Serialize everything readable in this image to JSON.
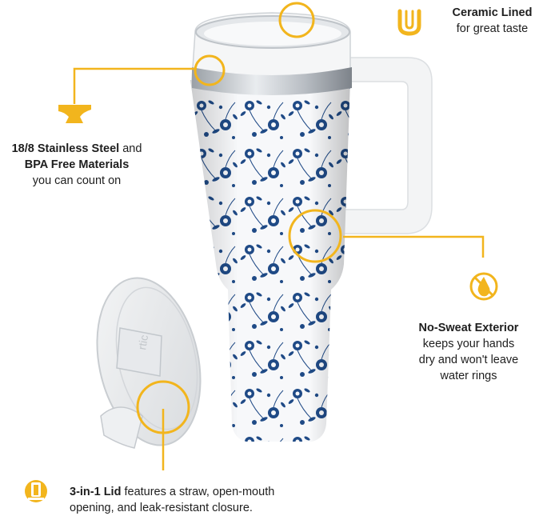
{
  "colors": {
    "accent": "#f2b51d",
    "pattern_blue": "#1f4a86",
    "text": "#1e1e1e"
  },
  "features": {
    "ceramic": {
      "icon": "u-shape-cup-icon",
      "title": "Ceramic Lined",
      "subtitle": "for great taste"
    },
    "steel": {
      "icon": "anvil-icon",
      "title_line1": "18/8 Stainless Steel",
      "and_word": " and",
      "title_line2": "BPA Free Materials",
      "subtitle": "you can count on"
    },
    "sweat": {
      "icon": "no-drop-icon",
      "title": "No-Sweat Exterior",
      "line1": "keeps your hands",
      "line2": "dry and won't leave",
      "line3": "water rings"
    },
    "lid": {
      "icon": "lid-icon",
      "title": "3-in-1 Lid",
      "line1_rest": " features a straw, open-mouth",
      "line2": "opening, and leak-resistant closure."
    }
  },
  "product": {
    "name": "insulated-tumbler",
    "pattern": "blue floral on white",
    "lid_brand": "rtic"
  }
}
